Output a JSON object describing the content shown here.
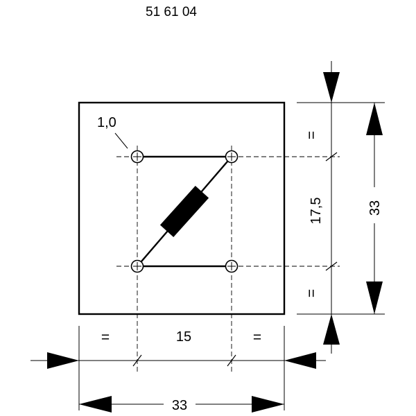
{
  "part_number": "51 61 04",
  "labels": {
    "hole_diameter": "1,0",
    "pitch_horizontal": "15",
    "pitch_vertical": "17,5",
    "width_total": "33",
    "height_total": "33",
    "equal_sign": "="
  }
}
